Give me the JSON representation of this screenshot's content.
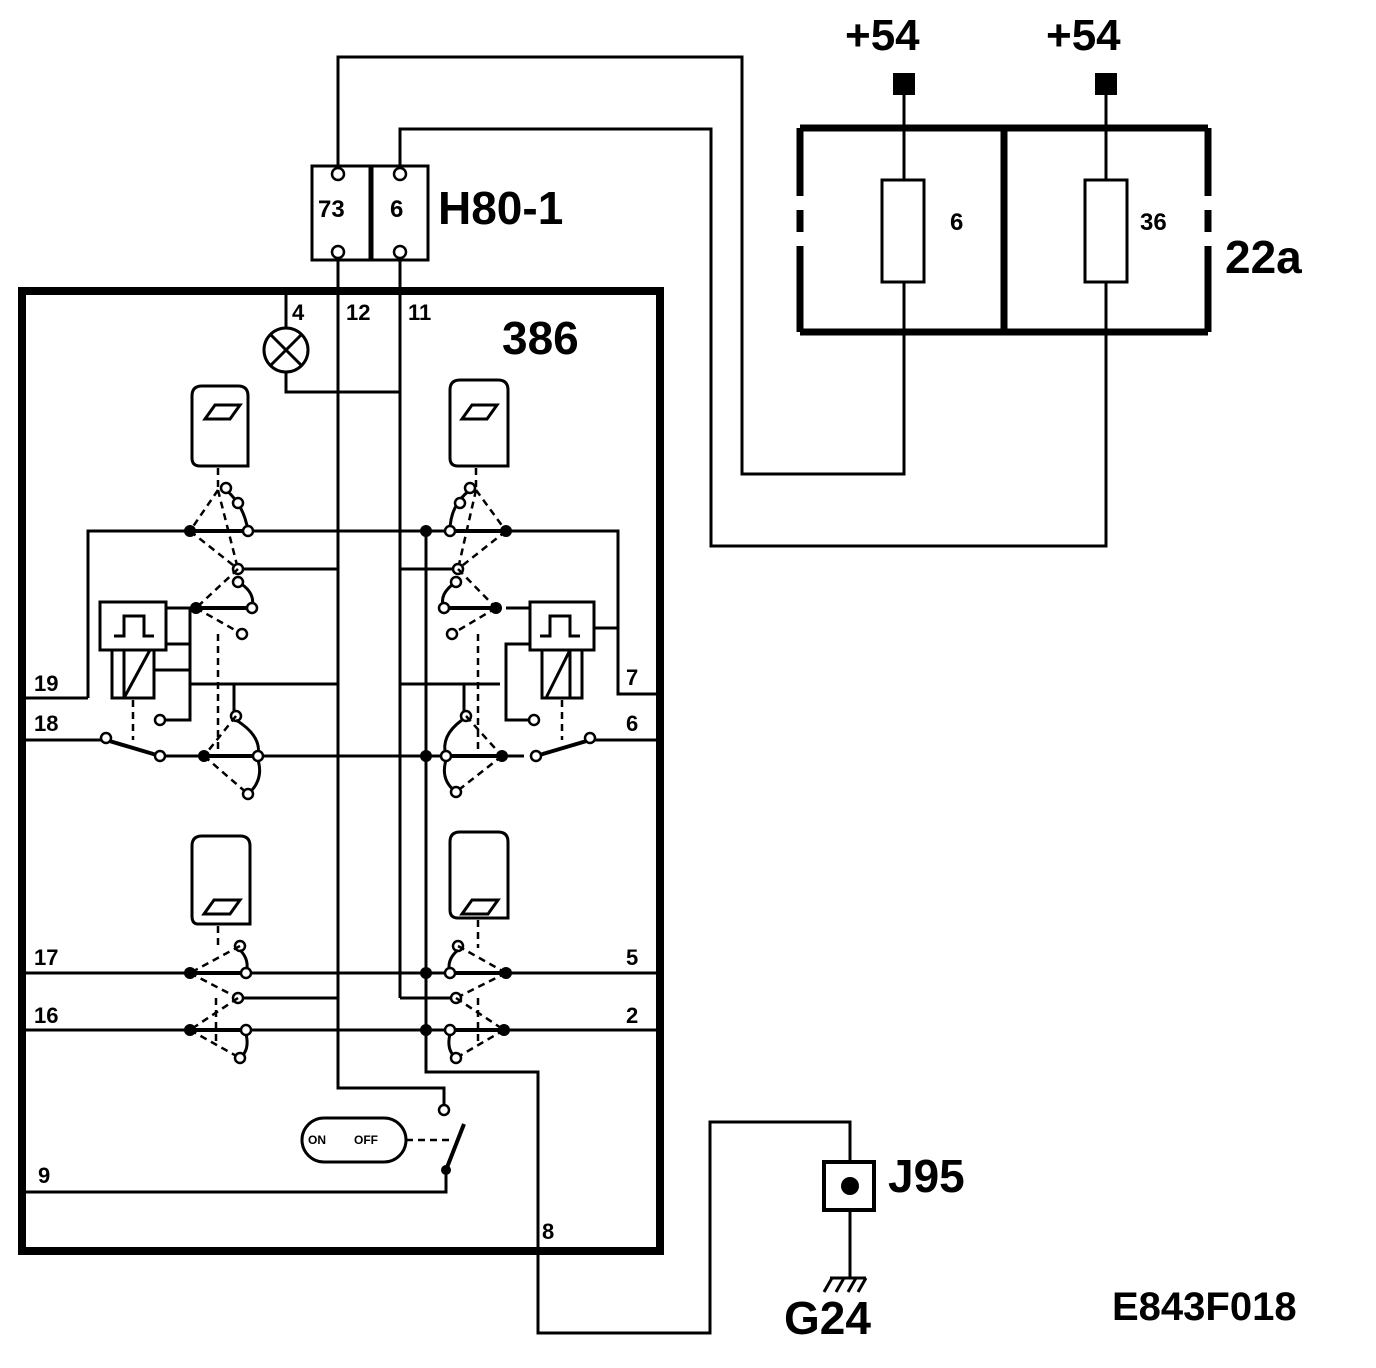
{
  "supply": {
    "left_label": "+54",
    "right_label": "+54"
  },
  "fusebox": {
    "label": "22a",
    "fuse_left": "6",
    "fuse_right": "36"
  },
  "connector_h80": {
    "label": "H80-1",
    "pin_left": "73",
    "pin_right": "6"
  },
  "module": {
    "label": "386",
    "pins": {
      "p4": "4",
      "p12": "12",
      "p11": "11",
      "p19": "19",
      "p18": "18",
      "p17": "17",
      "p16": "16",
      "p9": "9",
      "p7": "7",
      "p6": "6",
      "p5": "5",
      "p2": "2",
      "p8": "8"
    },
    "switch_on": "ON",
    "switch_off": "OFF"
  },
  "junction": {
    "label": "J95"
  },
  "ground": {
    "label": "G24"
  },
  "drawing_id": "E843F018"
}
